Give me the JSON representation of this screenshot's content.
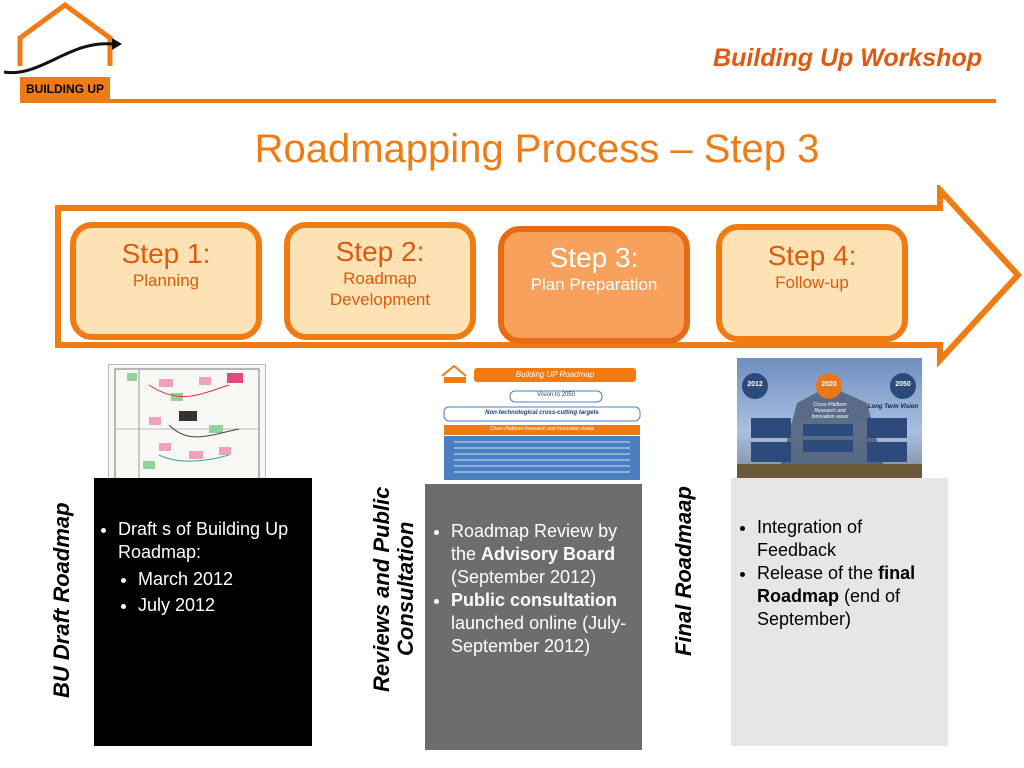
{
  "header": {
    "logo_text": "BUILDING UP",
    "brand": "Building Up Workshop",
    "title": "Roadmapping Process – Step 3"
  },
  "steps": [
    {
      "heading": "Step 1:",
      "body": "Planning"
    },
    {
      "heading": "Step 2:",
      "body": "Roadmap Development"
    },
    {
      "heading": "Step 3:",
      "body": "Plan Preparation"
    },
    {
      "heading": "Step 4:",
      "body": "Follow-up"
    }
  ],
  "labels": {
    "draft": "BU Draft Roadmap",
    "reviews_line1": "Reviews and Public",
    "reviews_line2": "Consultation",
    "final": "Final Roadmaap"
  },
  "panels": {
    "draft": {
      "item": "Draft s of Building Up Roadmap:",
      "subs": [
        "March 2012",
        "July 2012"
      ]
    },
    "reviews": {
      "item1_pre": "Roadmap Review by the ",
      "item1_bold": "Advisory Board",
      "item1_post": " (September 2012)",
      "item2_bold": "Public consultation",
      "item2_post": " launched online (July-September 2012)"
    },
    "final": {
      "item1": "Integration of Feedback",
      "item2_pre": "Release of the ",
      "item2_bold": "final Roadmap",
      "item2_post": " (end of September)"
    }
  },
  "thumb_roadmap": {
    "title": "Building UP Roadmap",
    "vision": "Vision to 2050",
    "targets": "Non-technological cross-cutting targets",
    "areas": "Cross-Platform Research and Innovation Areas"
  },
  "thumb_final": {
    "y1": "2012",
    "y2": "2020",
    "y3": "2050",
    "center": "Cross-Platform Research and Innovation areas",
    "vision": "Long Term Vision"
  },
  "colors": {
    "accent": "#f07b12",
    "brand": "#e0590d",
    "step_fill": "#fde3b3",
    "step_active": "#f7a15c"
  }
}
